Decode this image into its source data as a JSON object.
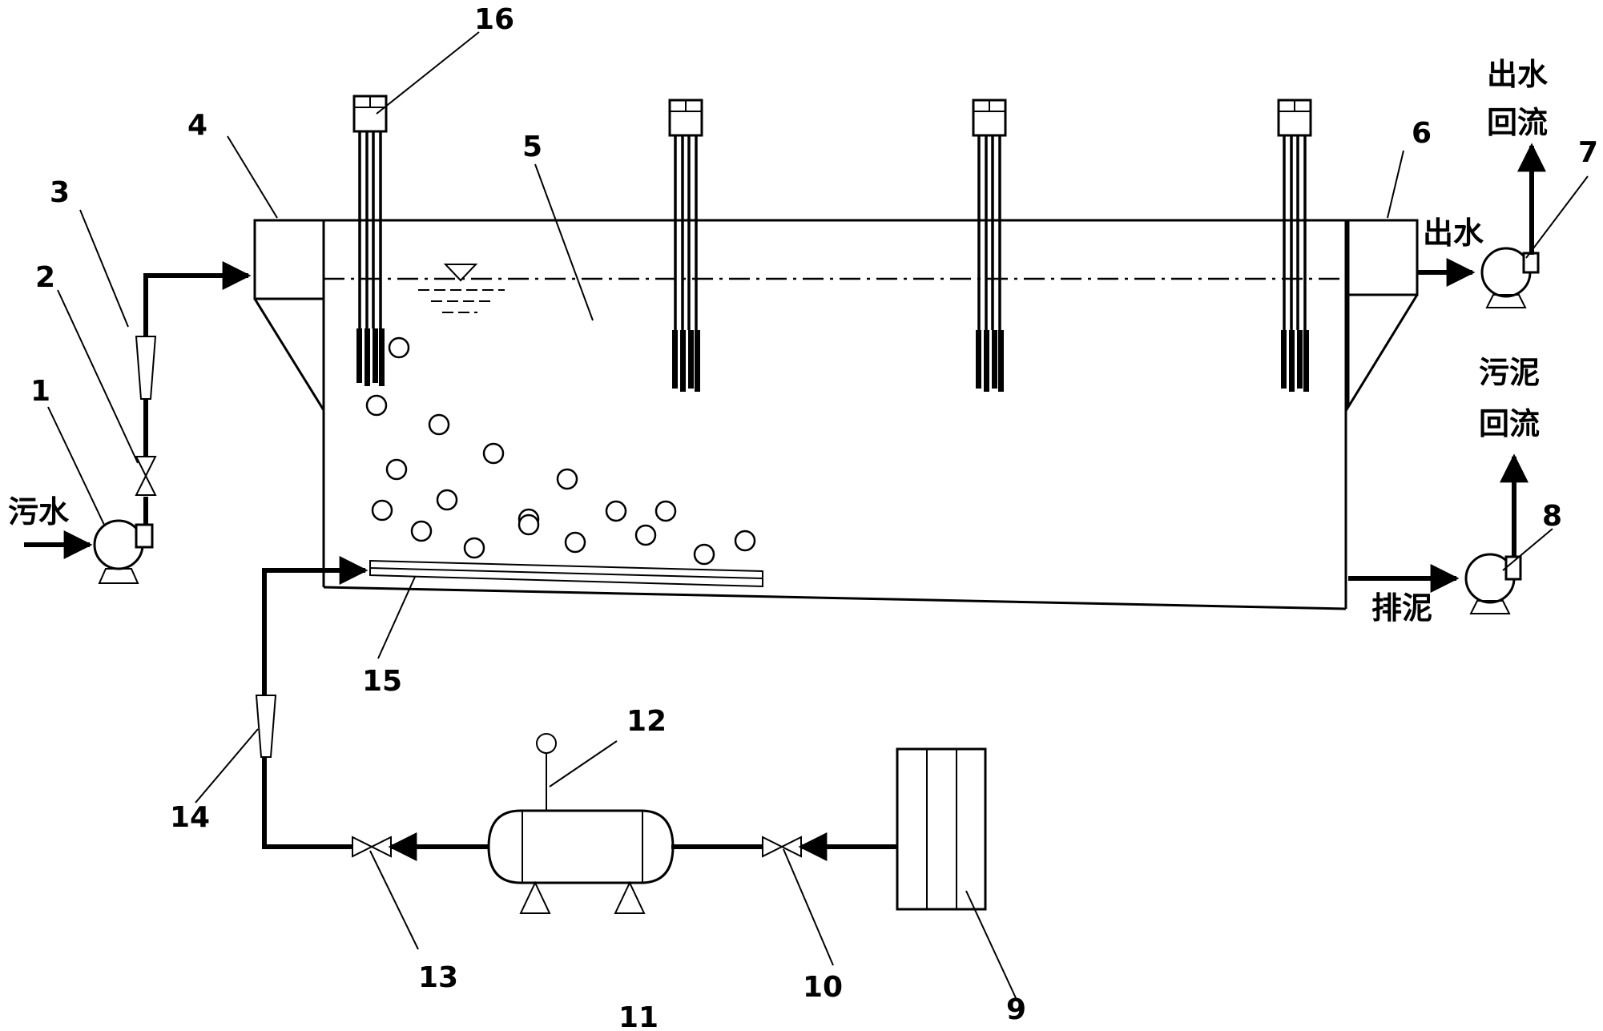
{
  "labels": {
    "n1": "1",
    "n2": "2",
    "n3": "3",
    "n4": "4",
    "n5": "5",
    "n6": "6",
    "n7": "7",
    "n8": "8",
    "n9": "9",
    "n10": "10",
    "n11": "11",
    "n12": "12",
    "n13": "13",
    "n14": "14",
    "n15": "15",
    "n16": "16"
  },
  "text": {
    "sewage": "污水",
    "effluent": "出水",
    "effluent_return_1": "出水",
    "effluent_return_2": "回流",
    "sludge_return_1": "污泥",
    "sludge_return_2": "回流",
    "sludge_discharge": "排泥"
  }
}
